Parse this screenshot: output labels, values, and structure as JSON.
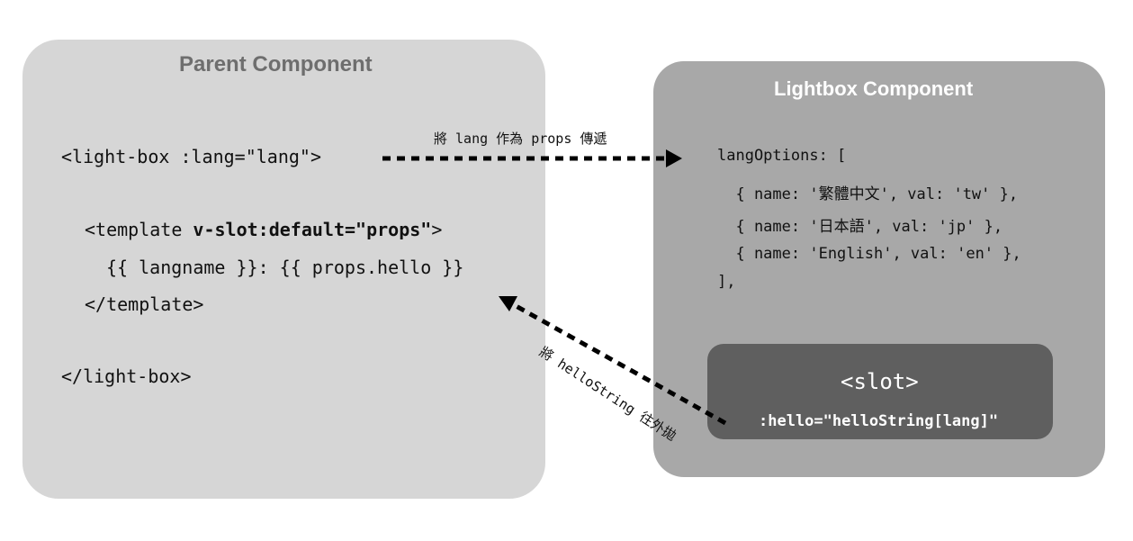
{
  "parent": {
    "title": "Parent Component",
    "code": {
      "open_tag": "<light-box :lang=\"lang\">",
      "template_open_prefix": "<template ",
      "template_open_bold": "v-slot:default=\"",
      "template_open_props": "props",
      "template_open_quote": "\"",
      "template_open_suffix": ">",
      "expression": "{{ langname }}: {{ props.hello }}",
      "template_close": "</template>",
      "close_tag": "</light-box>"
    }
  },
  "lightbox": {
    "title": "Lightbox Component",
    "code": {
      "line1": "langOptions: [",
      "line2": "  { name: '繁體中文', val: 'tw' },",
      "line3": "  { name: '日本語', val: 'jp' },",
      "line4": "  { name: 'English', val: 'en' },",
      "line5": "],"
    },
    "slot": {
      "tag": "<slot>",
      "attr": ":hello=\"helloString[lang]\""
    }
  },
  "annotations": {
    "props_arrow_label": "將 lang 作為 props 傳遞",
    "emit_arrow_label": "將 helloString 往外拋"
  },
  "colors": {
    "parent_bg": "#d6d6d6",
    "lightbox_bg": "#a8a8a8",
    "slot_bg": "#5f5f5f",
    "parent_title": "#6e6e6e",
    "arrow": "#000000"
  }
}
